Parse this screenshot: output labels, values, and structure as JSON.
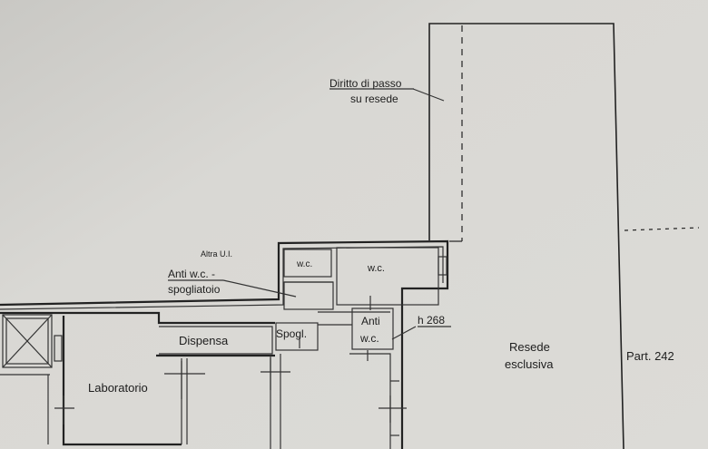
{
  "labels": {
    "diritto_line1": "Diritto di passo",
    "diritto_line2": "su resede",
    "altra_ui": "Altra U.I.",
    "anti_wc_line1": "Anti w.c. -",
    "anti_wc_line2": "spogliatoio",
    "wc_small": "w.c.",
    "wc_large": "w.c.",
    "spogl": "Spogl.",
    "anti_line1": "Anti",
    "anti_line2": "w.c.",
    "h268": "h 268",
    "dispensa": "Dispensa",
    "laboratorio": "Laboratorio",
    "resede_line1": "Resede",
    "resede_line2": "esclusiva",
    "part": "Part. 242"
  },
  "colors": {
    "paper": "#d6d5d1",
    "ink": "#222222"
  }
}
